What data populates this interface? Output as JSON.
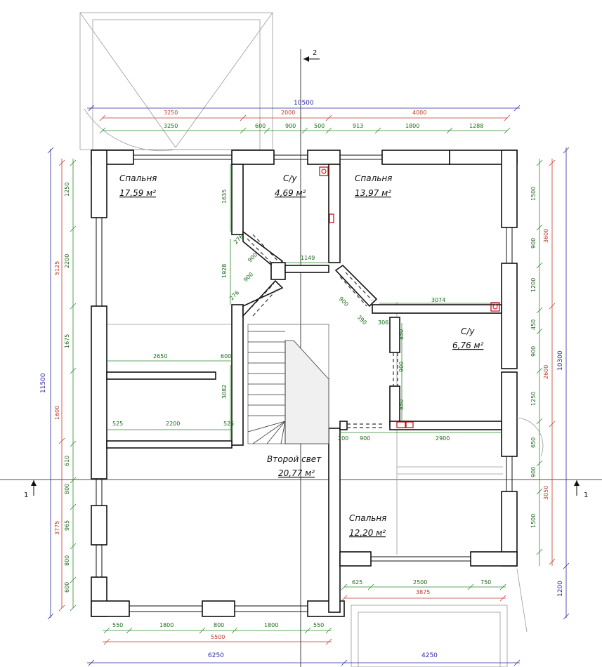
{
  "rooms": [
    {
      "id": "bedroom1",
      "name": "Спальня",
      "area": "17,59 м²"
    },
    {
      "id": "bath1",
      "name": "С/у",
      "area": "4,69 м²"
    },
    {
      "id": "bedroom2",
      "name": "Спальня",
      "area": "13,97 м²"
    },
    {
      "id": "bath2",
      "name": "С/у",
      "area": "6,76 м²"
    },
    {
      "id": "secondlight",
      "name": "Второй свет",
      "area": "20,77 м²"
    },
    {
      "id": "bedroom3",
      "name": "Спальня",
      "area": "12,20 м²"
    }
  ],
  "axes": {
    "top": "2",
    "left": "1",
    "right": "1"
  },
  "dims": {
    "top_total": "10500",
    "top_red": [
      "3250",
      "2000",
      "4000"
    ],
    "top_green": [
      "3250",
      "600",
      "900",
      "500",
      "913",
      "1800",
      "1288"
    ],
    "left_total": "11500",
    "left_red": [
      "5125",
      "1600",
      "3775"
    ],
    "left_green": [
      "1250",
      "2200",
      "1675",
      "610",
      "800",
      "965",
      "800",
      "600"
    ],
    "right_total": "10300",
    "right_red": [
      "3600",
      "2600",
      "3050"
    ],
    "right_green": [
      "1500",
      "900",
      "1200",
      "450",
      "900",
      "1250",
      "650",
      "900",
      "1500"
    ],
    "right_extra": "1200",
    "bottom_blue": [
      "6250",
      "4250"
    ],
    "bottom_red": "5500",
    "bottom_green": [
      "550",
      "1800",
      "800",
      "1800",
      "550"
    ],
    "bottom_right_green": [
      "625",
      "2500",
      "750"
    ],
    "bottom_right_red": "3875",
    "inner": [
      "1635",
      "1928",
      "276",
      "900",
      "900",
      "276",
      "1149",
      "900",
      "390",
      "3074",
      "306",
      "850",
      "900",
      "850",
      "2650",
      "600",
      "3082",
      "525",
      "2200",
      "525",
      "200",
      "900",
      "2900"
    ]
  }
}
